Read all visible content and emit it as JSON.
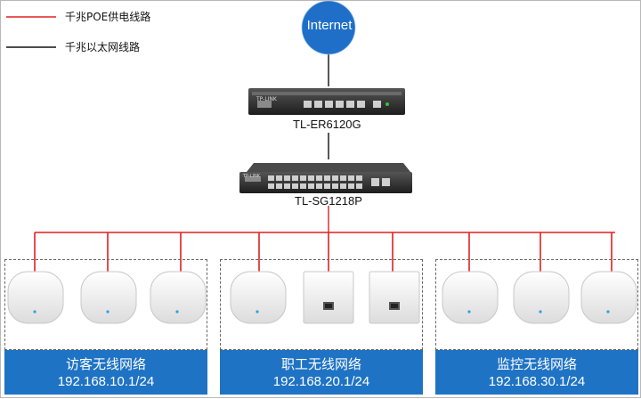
{
  "legend": {
    "poe_label": "千兆POE供电线路",
    "eth_label": "千兆以太网线路",
    "poe_color": "#e02020",
    "eth_color": "#111111"
  },
  "internet": {
    "label": "Internet",
    "color": "#1f6fc8"
  },
  "router": {
    "model": "TL-ER6120G",
    "brand_mark": "TP-LINK"
  },
  "switch": {
    "model": "TL-SG1218P",
    "brand_mark": "TP-LINK"
  },
  "groups": [
    {
      "name": "访客无线网络",
      "network": "192.168.10.1/24",
      "devices": [
        "ceiling-ap",
        "ceiling-ap",
        "ceiling-ap"
      ]
    },
    {
      "name": "职工无线网络",
      "network": "192.168.20.1/24",
      "devices": [
        "ceiling-ap",
        "wall-panel-ap",
        "wall-panel-ap"
      ]
    },
    {
      "name": "监控无线网络",
      "network": "192.168.30.1/24",
      "devices": [
        "ceiling-ap",
        "ceiling-ap",
        "ceiling-ap"
      ]
    }
  ],
  "accent_color": "#1f73c4"
}
